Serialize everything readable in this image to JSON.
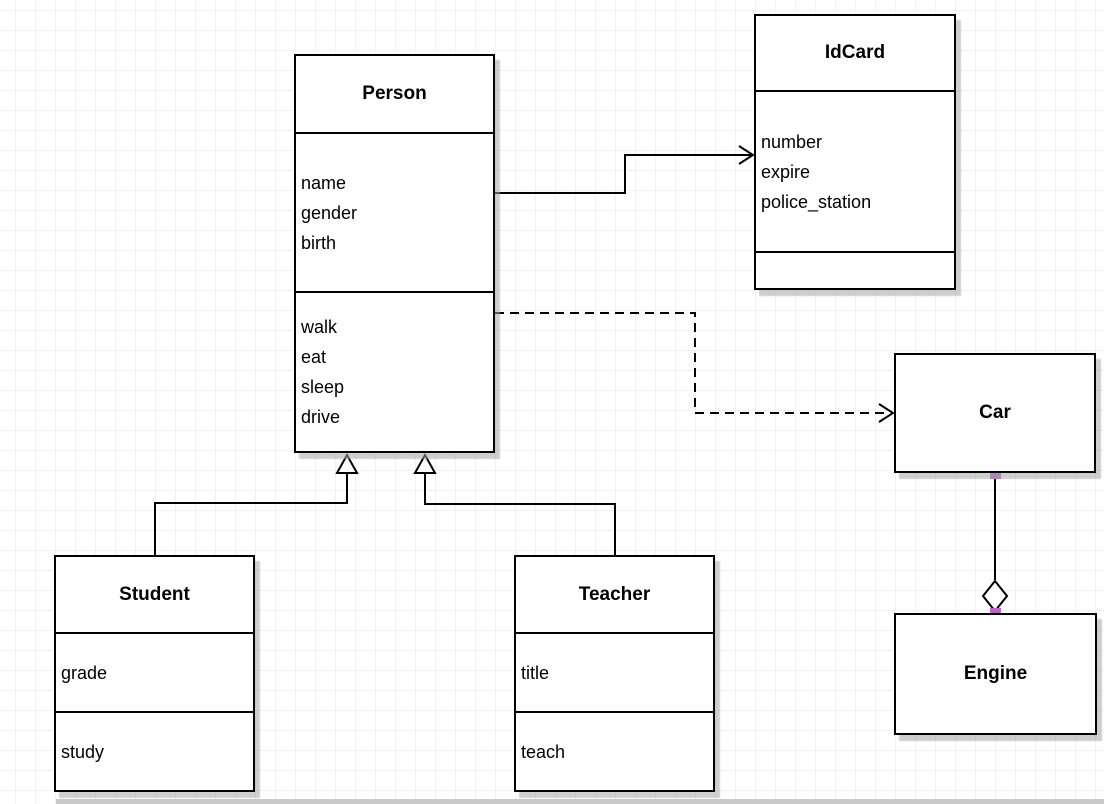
{
  "canvas": {
    "background_color": "#ffffff",
    "grid_color": "#f1f1f4",
    "box_border_color": "#000000",
    "box_fill_color": "#ffffff",
    "shadow_color": "#a5a5a5",
    "handle_color": "#b767c2"
  },
  "classes": {
    "person": {
      "name": "Person",
      "attributes": [
        "name",
        "gender",
        "birth"
      ],
      "methods": [
        "walk",
        "eat",
        "sleep",
        "drive"
      ]
    },
    "idcard": {
      "name": "IdCard",
      "attributes": [
        "number",
        "expire",
        "police_station"
      ],
      "methods": []
    },
    "car": {
      "name": "Car",
      "attributes": [],
      "methods": []
    },
    "engine": {
      "name": "Engine",
      "attributes": [],
      "methods": []
    },
    "student": {
      "name": "Student",
      "attributes": [
        "grade"
      ],
      "methods": [
        "study"
      ]
    },
    "teacher": {
      "name": "Teacher",
      "attributes": [
        "title"
      ],
      "methods": [
        "teach"
      ]
    }
  },
  "relationships": [
    {
      "from": "Person",
      "to": "IdCard",
      "type": "association",
      "line": "solid",
      "end": "open-arrow"
    },
    {
      "from": "Person",
      "to": "Car",
      "type": "dependency",
      "line": "dashed",
      "end": "open-arrow"
    },
    {
      "from": "Student",
      "to": "Person",
      "type": "generalization",
      "line": "solid",
      "end": "hollow-triangle"
    },
    {
      "from": "Teacher",
      "to": "Person",
      "type": "generalization",
      "line": "solid",
      "end": "hollow-triangle"
    },
    {
      "from": "Car",
      "to": "Engine",
      "type": "aggregation",
      "line": "solid",
      "end": "hollow-diamond"
    }
  ]
}
